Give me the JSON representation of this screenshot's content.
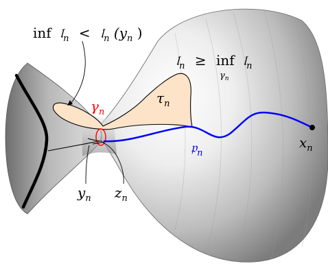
{
  "labels": {
    "inf_ineq": {
      "inf": "inf",
      "l1": "𝔩",
      "n1": "n",
      "lt": "<",
      "l2": "𝔩",
      "n2": "n",
      "arg": "(y",
      "argsub": "n",
      "close": ")"
    },
    "right_ineq": {
      "l": "𝔩",
      "n": "n",
      "geq": "≥",
      "inf": "inf",
      "gamma_sub": "γ",
      "gamma_sub_n": "n",
      "l2": "𝔩",
      "n2": "n"
    },
    "gamma": {
      "base": "γ",
      "sub": "n"
    },
    "tau": {
      "base": "τ",
      "sub": "n"
    },
    "p": {
      "base": "𝔭",
      "sub": "n"
    },
    "x": {
      "base": "x",
      "sub": "n"
    },
    "y": {
      "base": "y",
      "sub": "n"
    },
    "z": {
      "base": "z",
      "sub": "n"
    }
  },
  "colors": {
    "gamma": "#ff0000",
    "path": "#0000ff",
    "tau_fill": "#fde3c8",
    "outline": "#000000"
  }
}
